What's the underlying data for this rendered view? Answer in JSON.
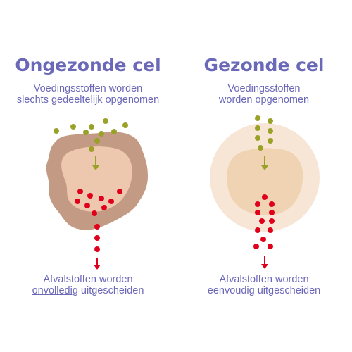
{
  "left": {
    "title": "Ongezonde cel",
    "intake_line1": "Voedingsstoffen worden",
    "intake_line2": "slechts gedeeltelijk opgenomen",
    "waste_line1": "Afvalstoffen worden",
    "waste_underlined": "onvolledig",
    "waste_rest": " uitgescheiden"
  },
  "right": {
    "title": "Gezonde cel",
    "intake_line1": "Voedingsstoffen",
    "intake_line2": "worden opgenomen",
    "waste_line1": "Afvalstoffen worden",
    "waste_line2": "eenvoudig uitgescheiden"
  },
  "colors": {
    "title": "#6b68b8",
    "nutrient": "#9aa127",
    "waste": "#e0001b",
    "unhealthy_outer": "#c39a84",
    "unhealthy_inner": "#edc8ae",
    "healthy_outer": "#f7e6d5",
    "healthy_inner": "#f0d3b3"
  }
}
